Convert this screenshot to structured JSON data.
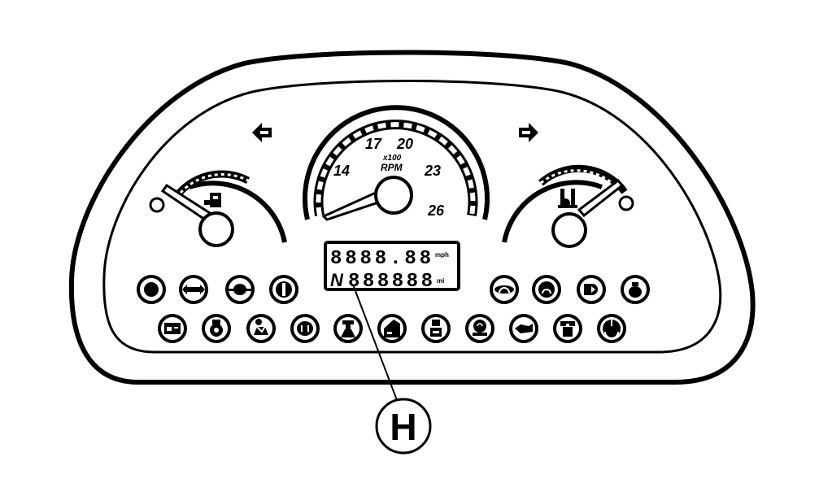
{
  "diagram": {
    "subject": "Instrument cluster",
    "stroke_color": "#000000",
    "background": "#ffffff"
  },
  "turn_signals": {
    "left": {
      "icon": "left-arrow-icon",
      "glyph": "⇦"
    },
    "right": {
      "icon": "right-arrow-icon",
      "glyph": "⇨"
    }
  },
  "tachometer": {
    "scale_labels": [
      "14",
      "17",
      "20",
      "23",
      "26"
    ],
    "unit_top": "x100",
    "unit_bottom": "RPM"
  },
  "left_gauge": {
    "icon": "fuel-pump-icon"
  },
  "right_gauge": {
    "icon": "coolant-temperature-icon"
  },
  "lcd_display": {
    "row1": "8888.88",
    "row1_unit": "mph",
    "row2_gear": "N",
    "row2": "888888",
    "row2_unit": "mi"
  },
  "indicators_upper_left": [
    {
      "name": "hydraulic-warning-icon"
    },
    {
      "name": "axle-steer-icon"
    },
    {
      "name": "differential-lock-icon"
    },
    {
      "name": "brake-pedal-icon"
    }
  ],
  "indicators_upper_right": [
    {
      "name": "oil-pressure-icon"
    },
    {
      "name": "brake-warning-icon"
    },
    {
      "name": "headlight-icon"
    },
    {
      "name": "fuel-filter-icon"
    }
  ],
  "indicators_lower": [
    {
      "name": "battery-icon"
    },
    {
      "name": "engine-coolant-icon"
    },
    {
      "name": "seat-belt-icon"
    },
    {
      "name": "parking-brake-icon"
    },
    {
      "name": "boom-float-icon"
    },
    {
      "name": "air-filter-icon"
    },
    {
      "name": "transmission-icon"
    },
    {
      "name": "glow-plug-icon"
    },
    {
      "name": "engine-oil-icon"
    },
    {
      "name": "hydraulic-filter-icon"
    },
    {
      "name": "steering-wheel-icon"
    }
  ],
  "callout": {
    "label": "H",
    "target": "lcd-display"
  }
}
